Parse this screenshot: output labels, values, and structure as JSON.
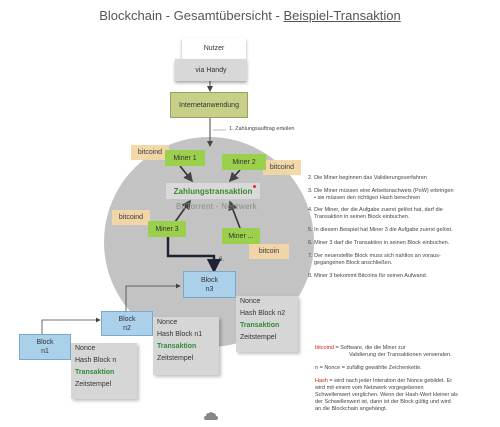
{
  "title": {
    "part1": "Blockchain - Gesamtübersicht - ",
    "part2": "Beispiel-Transaktion"
  },
  "nodes": {
    "nutzer": "Nutzer",
    "handy": "via Handy",
    "internet": "Internetanwendung",
    "zahlung": "Zahlungstransaktion",
    "bittorrent": "BitTorrent - Netzwerk",
    "miner1": "Miner 1",
    "miner2": "Miner 2",
    "miner3": "Miner 3",
    "miner4": "Miner ...",
    "bitcoin_tag": "bitcoind",
    "bitcoin_tag2": "bitcoin",
    "arrow_step6": "6."
  },
  "blocks": [
    {
      "name": "Block\nn3",
      "nonce": "Nonce",
      "hash": "Hash Block n2",
      "tx": "Transaktion",
      "time": "Zeitstempel"
    },
    {
      "name": "Block\nn2",
      "nonce": "Nonce",
      "hash": "Hash Block n1",
      "tx": "Transaktion",
      "time": "Zeitstempel"
    },
    {
      "name": "Block\nn1",
      "nonce": "Nonce",
      "hash": "Hash Block n",
      "tx": "Transaktion",
      "time": "Zeitstempel"
    }
  ],
  "steps": {
    "s1": "1. Zahlungsauftrag erteilen",
    "s2": "2. Die Miner beginnen das Validierungsverfahren",
    "s3": "3. Die Miner müssen eine Arbeitsnachweis (PoW) erbringen",
    "s3_sub": "•  sie müssen den richtigen Hash berechnen",
    "s4a": "4. Der Miner, der die Aufgabe zuerst gelöst hat, darf  die",
    "s4b": "Transaktion in seinen Block einbuchen.",
    "s5": "5. In diesem Beispiel hat Miner 3 die Aufgabe zuerst gelöst.",
    "s6": "6. Miner 3 darf die Transaktion in seinen Block einbuchen.",
    "s7a": "7. Der neuerstellte Block muss sich nahtlos an voraus-",
    "s7b": "gegangenen Block anschließen.",
    "s8": "8. Miner 3 bekommt Bitcoins für seinen Aufwand."
  },
  "legend": {
    "bitcoind_term": "bitcoind",
    "bitcoind_def_a": " = Software, die die Miner zur",
    "bitcoind_def_b": "Validierung der Transaktionen verwenden.",
    "nonce_def": "n = Nonce = zufällig gewählte Zeichenkette.",
    "hash_term": "Hash",
    "hash_def_a": " = wird nach jeder Interation der Nonce gebildet. Er",
    "hash_def_b": "wird mit einem vom Netzwerk vorgegebenen",
    "hash_def_c": "Schwellenwert verglichen. Wenn der Hash-Wert kleiner als",
    "hash_def_d": "der Schwellenwert ist, dann ist der Block gültig und wird",
    "hash_def_e": "an die Blockchain angehängt."
  }
}
